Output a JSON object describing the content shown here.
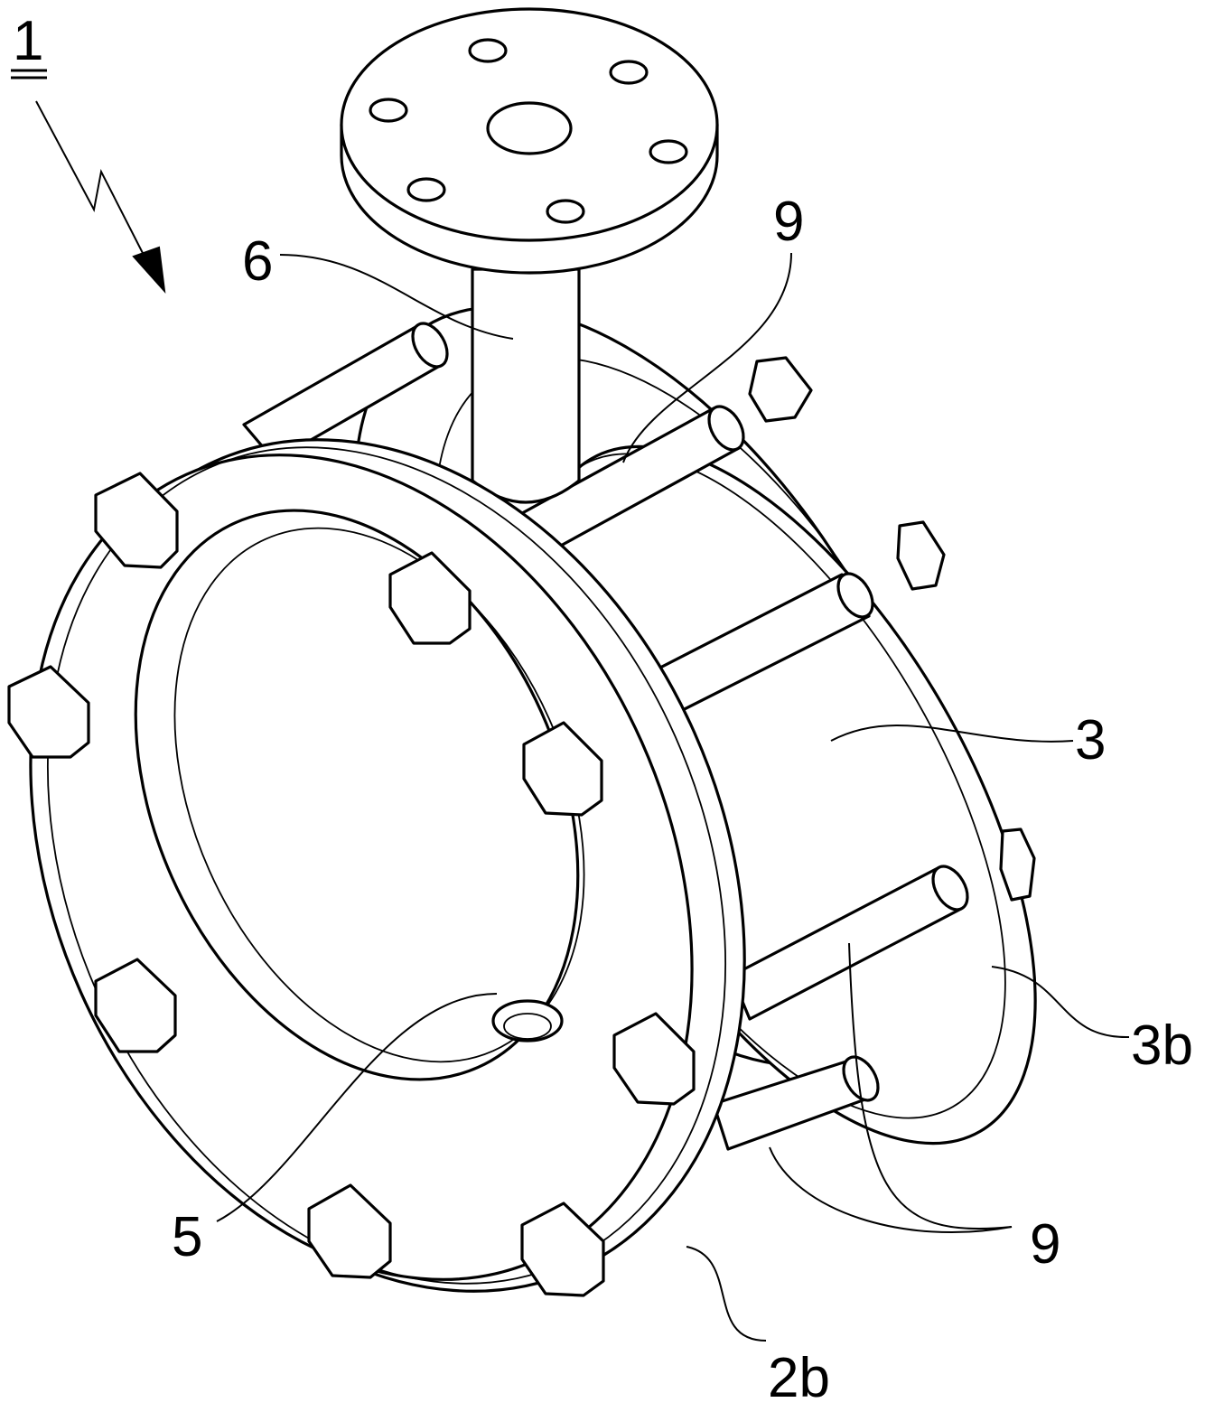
{
  "figure": {
    "labels": {
      "assembly": "1",
      "ring_3": "3",
      "flange_3b": "3b",
      "flange_2b": "2b",
      "hole_5": "5",
      "stem_6": "6",
      "rod_top": "9",
      "rods_bottom": "9"
    }
  }
}
